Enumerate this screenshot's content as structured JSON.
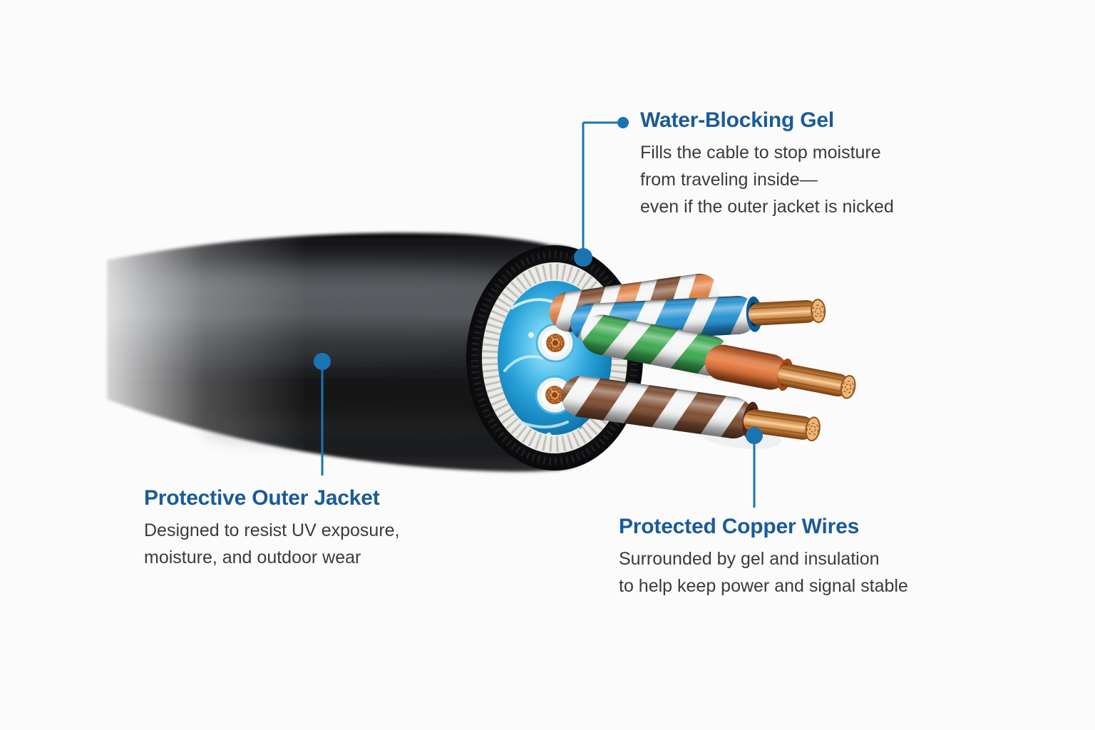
{
  "colors": {
    "accent_leader": "#1b74b2",
    "heading": "#1a5b97",
    "body_text": "#3b3b3d",
    "background": "#fbfbfc",
    "jacket_black": "#141416",
    "foil_silver": "#ecebe7",
    "gel_blue": "#2da5dd",
    "copper": "#c9803c",
    "wire_blue": "#1e8ed2",
    "wire_green": "#37a64b",
    "wire_orange": "#e07a3c",
    "wire_brown": "#7c492b"
  },
  "callouts": [
    {
      "id": "water-blocking-gel",
      "title": "Water-Blocking Gel",
      "lines": [
        "Fills the cable to stop moisture",
        "from traveling inside—",
        "even if the outer jacket is nicked"
      ]
    },
    {
      "id": "protective-outer-jacket",
      "title": "Protective Outer Jacket",
      "lines": [
        "Designed to resist UV exposure,",
        "moisture, and outdoor wear"
      ]
    },
    {
      "id": "protected-copper-wires",
      "title": "Protected Copper Wires",
      "lines": [
        "Surrounded by gel and insulation",
        "to help keep power and signal stable"
      ]
    }
  ],
  "illustration": {
    "subject": "Outdoor-rated cable cutaway cross-section",
    "parts": [
      "protective outer jacket",
      "foil shield ring",
      "water-blocking gel core",
      "shielded conductors",
      "twisted copper wire pairs"
    ]
  }
}
